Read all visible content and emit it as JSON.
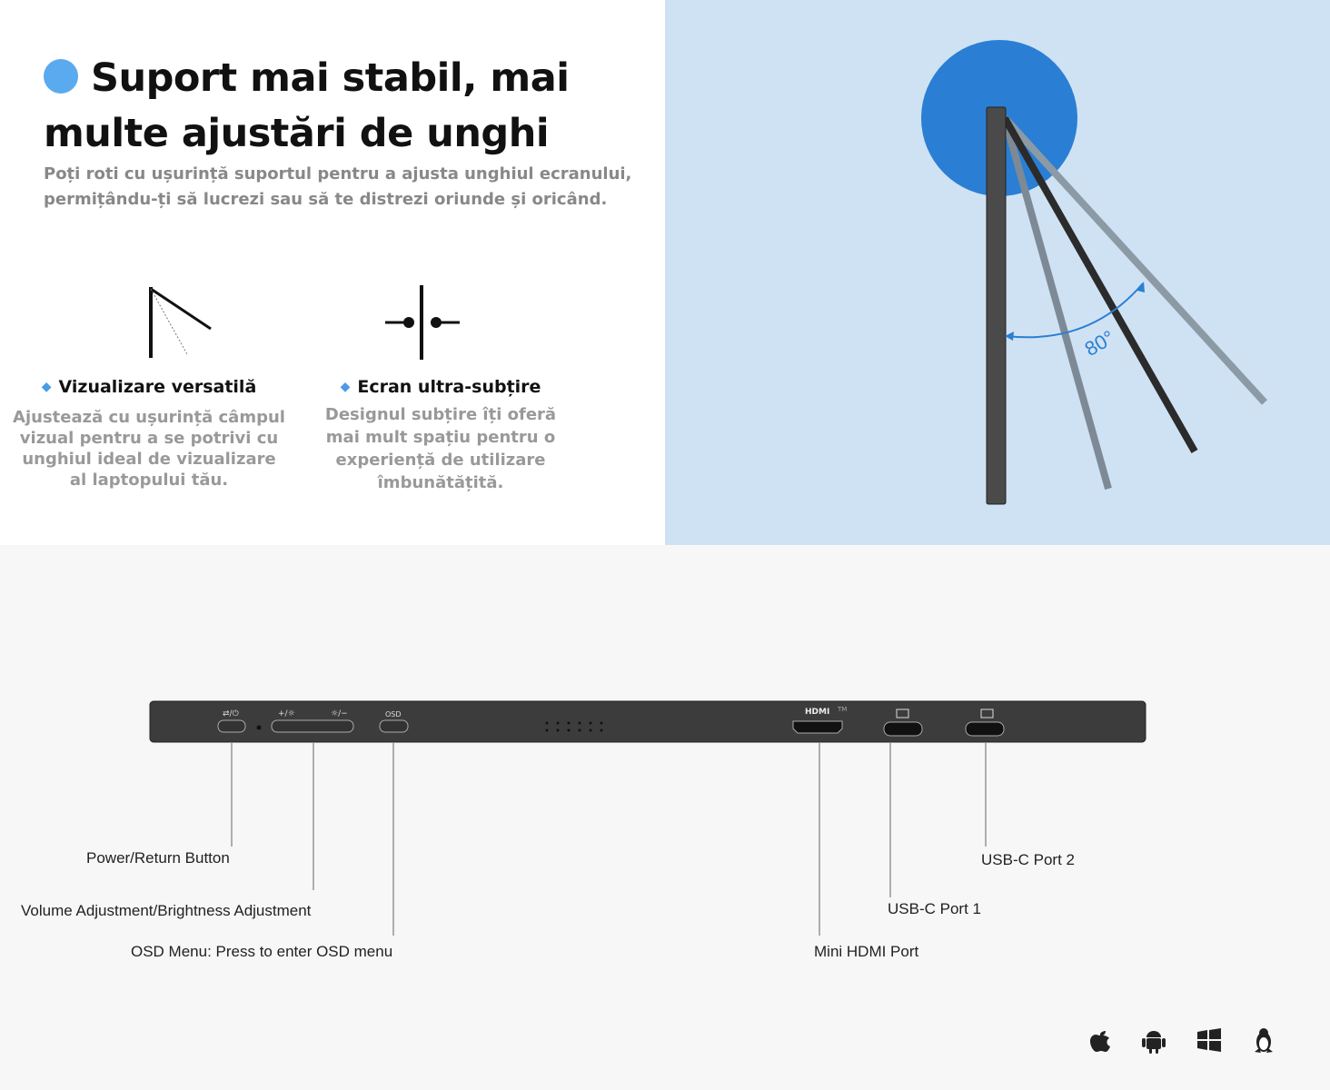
{
  "header": {
    "title": "Suport mai stabil, mai multe ajustări de unghi",
    "subtitle": "Poți roti cu ușurință suportul pentru a ajusta unghiul ecranului, permițându-ți să lucrezi sau să te distrezi oriunde și oricând."
  },
  "features": [
    {
      "title": "Vizualizare versatilă",
      "text": "Ajustează cu ușurință câmpul vizual pentru a se potrivi cu unghiul ideal de vizualizare al laptopului tău.",
      "icon": "angle-view-icon"
    },
    {
      "title": "Ecran ultra-subțire",
      "text": "Designul subțire îți oferă mai mult spațiu pentru o experiență de utilizare îmbunătățită.",
      "icon": "thin-screen-icon"
    }
  ],
  "illustration": {
    "angle": "80°",
    "accent": "#2a7fd4"
  },
  "device": {
    "osd_label": "OSD",
    "hdmi_label": "HDMI",
    "tm": "TM",
    "power_glyph": "⇄/⏻",
    "vol_up_glyph": "+/☼",
    "vol_down_glyph": "☼/−"
  },
  "labels": {
    "power": "Power/Return Button",
    "volume": "Volume Adjustment/Brightness Adjustment",
    "osd": "OSD Menu: Press to enter OSD menu",
    "hdmi": "Mini HDMI Port",
    "usbc1": "USB-C Port 1",
    "usbc2": "USB-C Port 2"
  },
  "os_icons": [
    "apple-icon",
    "android-icon",
    "windows-icon",
    "linux-icon"
  ]
}
